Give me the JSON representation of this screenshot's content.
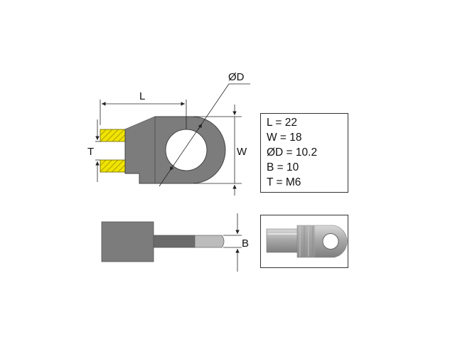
{
  "dimensions": {
    "length_label": "L",
    "width_label": "W",
    "diameter_label": "ØD",
    "thickness_label": "T",
    "barrel_label": "B"
  },
  "specs": [
    "L = 22",
    "W = 18",
    "ØD = 10.2",
    "B = 10",
    "T = M6"
  ],
  "colors": {
    "body": "#7a7a7a",
    "dark": "#5c5c5c",
    "light": "#b8b8b8",
    "hatch_fill": "#f2e600",
    "line": "#222222"
  }
}
